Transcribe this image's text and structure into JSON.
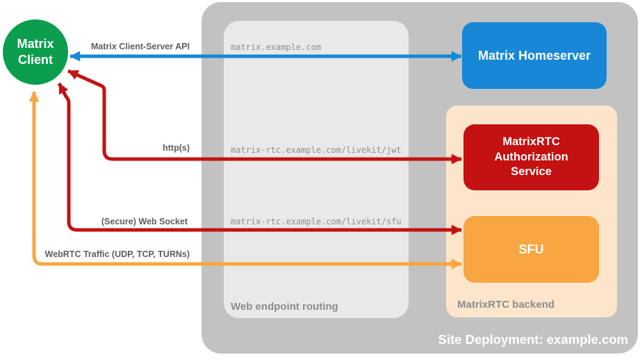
{
  "colors": {
    "site_bg": "#c2c2c2",
    "routing_bg": "#e9e9e9",
    "backend_bg": "#fce5cb",
    "client_green": "#0a9e4e",
    "homeserver_blue": "#1787d6",
    "auth_red": "#c41111",
    "sfu_orange": "#f8a642",
    "label_gray": "#5e5e5e",
    "endpoint_gray": "#8f8f8f"
  },
  "containers": {
    "site": {
      "label": "Site Deployment: example.com"
    },
    "routing": {
      "label": "Web endpoint routing"
    },
    "backend": {
      "label": "MatrixRTC backend"
    }
  },
  "nodes": {
    "client": {
      "line1": "Matrix",
      "line2": "Client"
    },
    "homeserver": {
      "label": "Matrix Homeserver"
    },
    "auth": {
      "label": "MatrixRTC Authorization Service"
    },
    "sfu": {
      "label": "SFU"
    }
  },
  "endpoints": {
    "homeserver": "matrix.example.com",
    "auth_jwt": "matrix-rtc.example.com/livekit/jwt",
    "sfu_ws": "matrix-rtc.example.com/livekit/sfu"
  },
  "connections": {
    "client_server_api": {
      "label": "Matrix Client-Server API"
    },
    "https": {
      "label": "http(s)"
    },
    "websocket": {
      "label": "(Secure) Web Socket"
    },
    "webrtc": {
      "label": "WebRTC Traffic (UDP, TCP, TURNs)"
    }
  }
}
